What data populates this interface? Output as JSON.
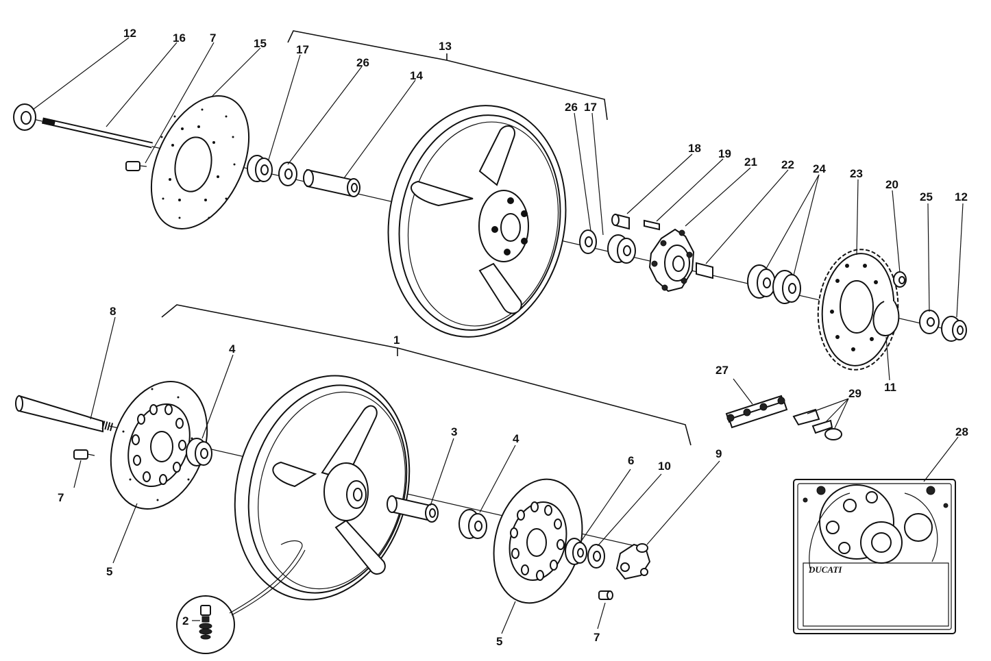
{
  "diagram": {
    "labels": {
      "l12a": "12",
      "l16": "16",
      "l7a": "7",
      "l15": "15",
      "l17a": "17",
      "l26a": "26",
      "l14": "14",
      "l13": "13",
      "l26b": "26",
      "l17b": "17",
      "l18": "18",
      "l19": "19",
      "l21": "21",
      "l22": "22",
      "l24": "24",
      "l23": "23",
      "l20": "20",
      "l25": "25",
      "l12b": "12",
      "l11": "11",
      "l8": "8",
      "l1": "1",
      "l4a": "4",
      "l7b": "7",
      "l5a": "5",
      "l3": "3",
      "l4b": "4",
      "l6": "6",
      "l10": "10",
      "l9": "9",
      "l5b": "5",
      "l7c": "7",
      "l2": "2",
      "l27": "27",
      "l29": "29",
      "l28": "28"
    },
    "plate_brand": "DUCATI"
  }
}
